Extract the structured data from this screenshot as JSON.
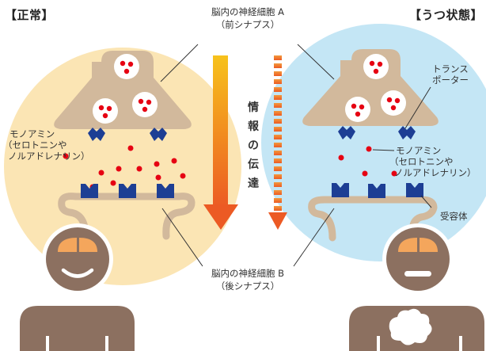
{
  "corner_labels": {
    "normal": "【正常】",
    "depression": "【うつ状態】"
  },
  "center": {
    "pre_title": "脳内の神経細胞 A",
    "pre_sub": "（前シナプス）",
    "post_title": "脳内の神経細胞 B",
    "post_sub": "（後シナプス）",
    "transmission_chars": [
      "情",
      "報",
      "の",
      "伝",
      "達"
    ]
  },
  "left_labels": {
    "monoamine": "モノアミン",
    "examples_1": "（セロトニンや",
    "examples_2": "ノルアドレナリン）"
  },
  "right_labels": {
    "transporter_1": "トランス",
    "transporter_2": "ポーター",
    "monoamine": "モノアミン",
    "examples_1": "（セロトニンや",
    "examples_2": "ノルアドレナリン）",
    "receptor": "受容体"
  },
  "colors": {
    "normal_bg": "#fbe5b4",
    "depression_bg": "#c4e6f5",
    "neuron": "#d2b99c",
    "molecule": "#e60012",
    "receptor_blue": "#1d3e94",
    "arrow_top": "#f7c21c",
    "arrow_bottom": "#ec5a24",
    "person": "#8c7060",
    "brain": "#f4a65c"
  }
}
